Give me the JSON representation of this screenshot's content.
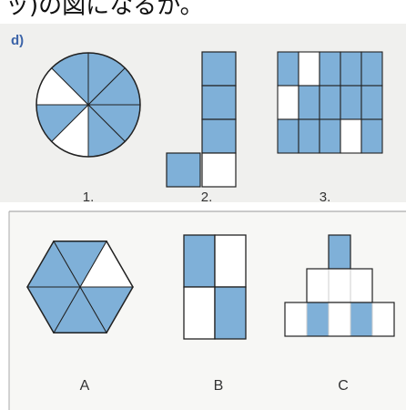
{
  "header_text": "ッ)の図になるか。",
  "section_label": "d)",
  "figure_labels": {
    "top": [
      "1.",
      "2.",
      "3."
    ],
    "bottom": [
      "A",
      "B",
      "C"
    ]
  },
  "colors": {
    "fill": "#7fb0d8",
    "stroke": "#222222",
    "upper_panel": "#f0f0ee",
    "lower_panel": "#f7f7f5",
    "label_blue": "#3c64a8",
    "text": "#333333"
  },
  "shapes": {
    "circle_sectors": [
      true,
      true,
      true,
      true,
      false,
      true,
      false,
      true
    ],
    "L_cells_shaded": [
      true,
      true,
      true,
      true,
      false
    ],
    "grid3": [
      [
        1,
        0,
        1,
        1,
        1
      ],
      [
        0,
        1,
        1,
        1,
        1
      ],
      [
        1,
        1,
        1,
        0,
        1
      ]
    ],
    "hexagon_triangles": [
      false,
      true,
      true,
      true,
      true,
      true
    ],
    "rectB": [
      [
        1,
        0
      ],
      [
        0,
        1
      ]
    ],
    "pyramidC": {
      "top": [
        1
      ],
      "middle": [
        0,
        0,
        0
      ],
      "bottom": [
        0,
        1,
        0,
        1,
        0
      ]
    }
  }
}
